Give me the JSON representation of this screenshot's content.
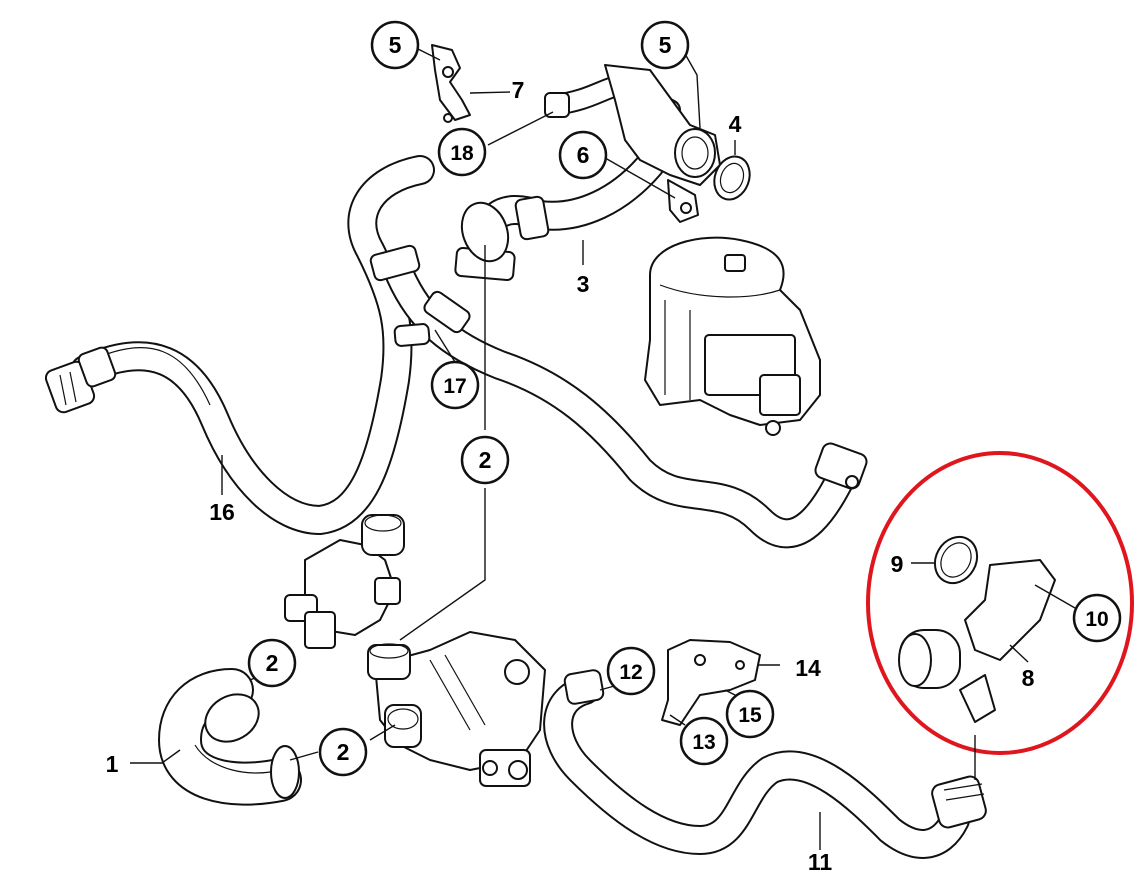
{
  "diagram": {
    "highlight_color": "#e0161e",
    "callouts": [
      {
        "id": "c5a",
        "label": "5",
        "circled": true
      },
      {
        "id": "c5b",
        "label": "5",
        "circled": true
      },
      {
        "id": "c7",
        "label": "7",
        "circled": false
      },
      {
        "id": "c4",
        "label": "4",
        "circled": false
      },
      {
        "id": "c6",
        "label": "6",
        "circled": true
      },
      {
        "id": "c18",
        "label": "18",
        "circled": true
      },
      {
        "id": "c3",
        "label": "3",
        "circled": false
      },
      {
        "id": "c17",
        "label": "17",
        "circled": true
      },
      {
        "id": "c2a",
        "label": "2",
        "circled": true
      },
      {
        "id": "c16",
        "label": "16",
        "circled": false
      },
      {
        "id": "c9",
        "label": "9",
        "circled": false
      },
      {
        "id": "c10",
        "label": "10",
        "circled": true
      },
      {
        "id": "c8",
        "label": "8",
        "circled": false
      },
      {
        "id": "c2b",
        "label": "2",
        "circled": true
      },
      {
        "id": "c12",
        "label": "12",
        "circled": true
      },
      {
        "id": "c14",
        "label": "14",
        "circled": false
      },
      {
        "id": "c15",
        "label": "15",
        "circled": true
      },
      {
        "id": "c13",
        "label": "13",
        "circled": true
      },
      {
        "id": "c1",
        "label": "1",
        "circled": false
      },
      {
        "id": "c2c",
        "label": "2",
        "circled": true
      },
      {
        "id": "c11",
        "label": "11",
        "circled": false
      }
    ]
  }
}
